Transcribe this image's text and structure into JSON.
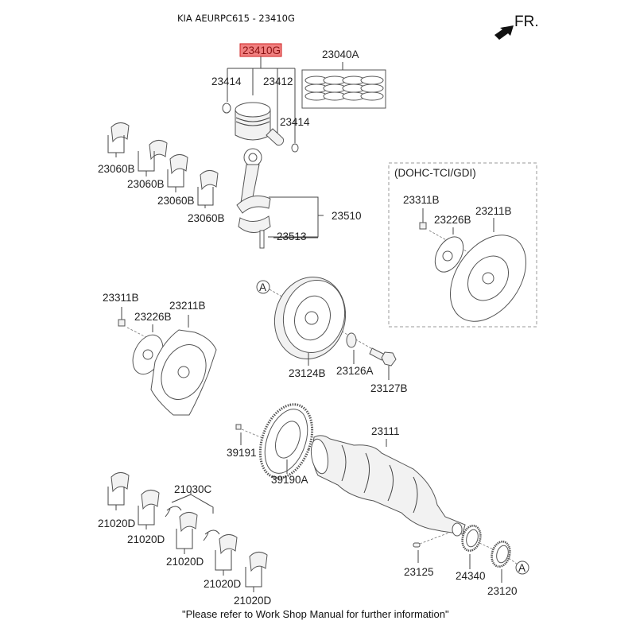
{
  "header": {
    "title": "KIA AEURPC615 - 23410G",
    "direction_label": "FR."
  },
  "highlight": {
    "part_number": "23410G",
    "color": "#f08080"
  },
  "footer": {
    "note": "\"Please refer to Work Shop Manual for further information\""
  },
  "variant_box": {
    "label": "(DOHC-TCI/GDI)"
  },
  "parts": {
    "piston_assy": "23410G",
    "piston_ring_set": "23040A",
    "snap_ring_left": "23414",
    "piston_pin": "23412",
    "snap_ring_right": "23414",
    "conrod_bearing_1": "23060B",
    "conrod_bearing_2": "23060B",
    "conrod_bearing_3": "23060B",
    "conrod_bearing_4": "23060B",
    "conrod_assy": "23510",
    "conrod_bolt": "23513",
    "variant_bolt": "23311B",
    "variant_adapter": "23226B",
    "variant_driveplate": "23211B",
    "flywheel_bolt": "23311B",
    "flywheel_adapter": "23226B",
    "flywheel_driveplate": "23211B",
    "damper_pulley": "23124B",
    "pulley_washer": "23126A",
    "pulley_bolt": "23127B",
    "ring_gear_bolt": "39191",
    "ring_gear_plate": "39190A",
    "crankshaft": "23111",
    "crank_key": "23125",
    "crank_sprocket": "24340",
    "crank_gear": "23120",
    "thrust_bearing": "21030C",
    "main_bearing_1": "21020D",
    "main_bearing_2": "21020D",
    "main_bearing_3": "21020D",
    "main_bearing_4": "21020D",
    "main_bearing_5": "21020D"
  },
  "reference_marks": {
    "pulley_mark": "A",
    "gear_mark": "A"
  }
}
